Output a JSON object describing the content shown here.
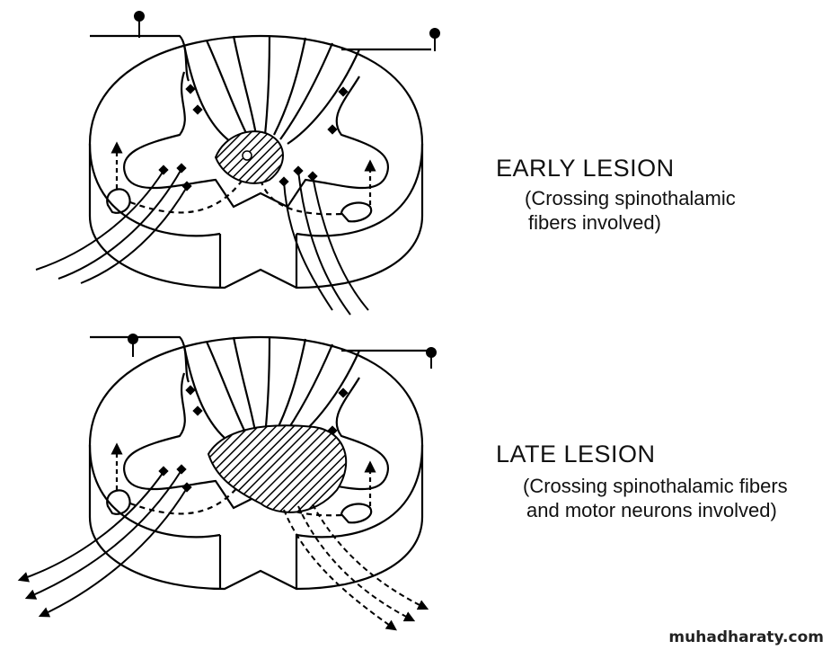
{
  "panels": [
    {
      "title": "EARLY LESION",
      "lines": [
        "(Crossing spinothalamic",
        "fibers involved)"
      ]
    },
    {
      "title": "LATE LESION",
      "lines": [
        "(Crossing spinothalamic fibers",
        "and motor neurons involved)"
      ]
    }
  ],
  "watermark": "muhadharaty.com"
}
